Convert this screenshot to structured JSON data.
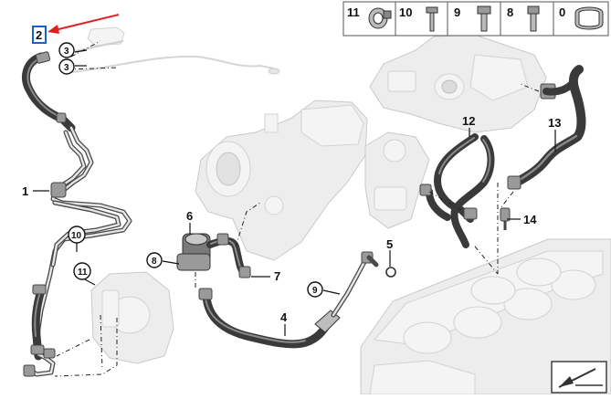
{
  "diagram": {
    "callouts": {
      "c1": "1",
      "c2": "2",
      "c3a": "3",
      "c3b": "3",
      "c4": "4",
      "c5": "5",
      "c6": "6",
      "c7": "7",
      "c8": "8",
      "c9": "9",
      "c10": "10",
      "c11": "11",
      "c12": "12",
      "c13": "13",
      "c14": "14"
    },
    "legend": [
      {
        "num": "11",
        "icon": "hose-clamp-icon"
      },
      {
        "num": "10",
        "icon": "bolt-icon"
      },
      {
        "num": "9",
        "icon": "banjo-bolt-icon"
      },
      {
        "num": "8",
        "icon": "hollow-screw-icon"
      },
      {
        "num": "0",
        "icon": "spring-clamp-icon"
      }
    ],
    "annotation_color": "#e02020",
    "highlight_color": "#1a5fd0"
  }
}
